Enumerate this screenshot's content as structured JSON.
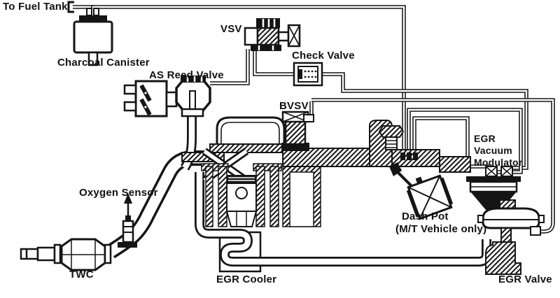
{
  "colors": {
    "line": "#151515",
    "background": "#ffffff"
  },
  "labels": {
    "to_fuel_tank": "To Fuel Tank",
    "charcoal_canister": "Charcoal Canister",
    "vsv": "VSV",
    "check_valve": "Check Valve",
    "as_reed_valve": "AS Reed Valve",
    "bvsv": "BVSV",
    "egr_vacuum_modulator": [
      "EGR",
      "Vacuum",
      "Modulator"
    ],
    "oxygen_sensor": "Oxygen Sensor",
    "dash_pot": "Dash Pot",
    "dash_pot_note": "(M/T Vehicle only)",
    "twc": "TWC",
    "egr_cooler": "EGR Cooler",
    "egr_valve": "EGR Valve"
  }
}
